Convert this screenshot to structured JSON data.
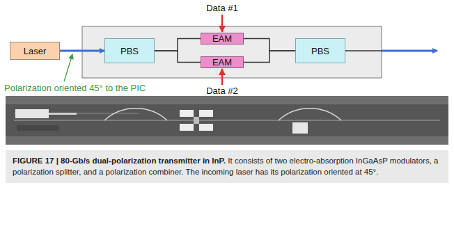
{
  "diagram": {
    "title": "FIGURE 17 | 80-Gb/s dual-polarization transmitter in InP.",
    "caption": "It consists of two electro-absorption InGaAsP modulators, a polarization splitter, and a polarization combiner. The incoming laser has its polarization oriented at 45°.",
    "nodes": [
      {
        "text": [
          "Laser"
        ]
      },
      {
        "text": [
          "PBS"
        ]
      },
      {
        "text": [
          "EAM"
        ]
      },
      {
        "text": [
          "EAM"
        ]
      },
      {
        "text": [
          "PBS"
        ]
      }
    ],
    "edges": [
      {
        "from": 0,
        "to": 1,
        "arrow": "to"
      },
      {
        "from": 1,
        "to": 2,
        "arrow": "none"
      },
      {
        "from": 1,
        "to": 3,
        "arrow": "none"
      },
      {
        "from": 2,
        "to": 4,
        "arrow": "none"
      },
      {
        "from": 3,
        "to": 4,
        "arrow": "none"
      }
    ],
    "labels": [
      "Data #1",
      "Data #2",
      "Polarization oriented 45° to the PIC"
    ]
  }
}
